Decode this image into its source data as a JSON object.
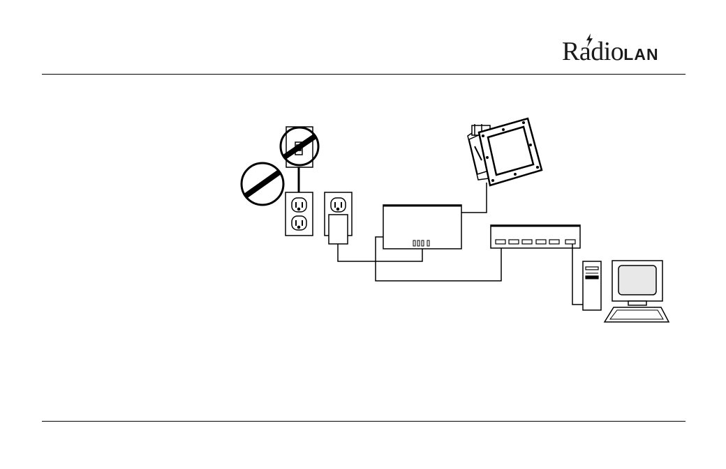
{
  "brand": {
    "name_part1": "Radio",
    "name_part2": "LAN",
    "logo_icon": "lightning-bolt-icon"
  },
  "diagram": {
    "components": [
      "switched-outlet-prohibited",
      "no-symbol",
      "duplex-outlet-switched",
      "duplex-outlet-with-power-adapter",
      "radio-bridge-unit",
      "antenna-panel",
      "network-hub",
      "tower-pc",
      "monitor",
      "keyboard"
    ],
    "colors": {
      "line": "#000000",
      "screen": "#e8e8e8",
      "background": "#ffffff"
    }
  }
}
